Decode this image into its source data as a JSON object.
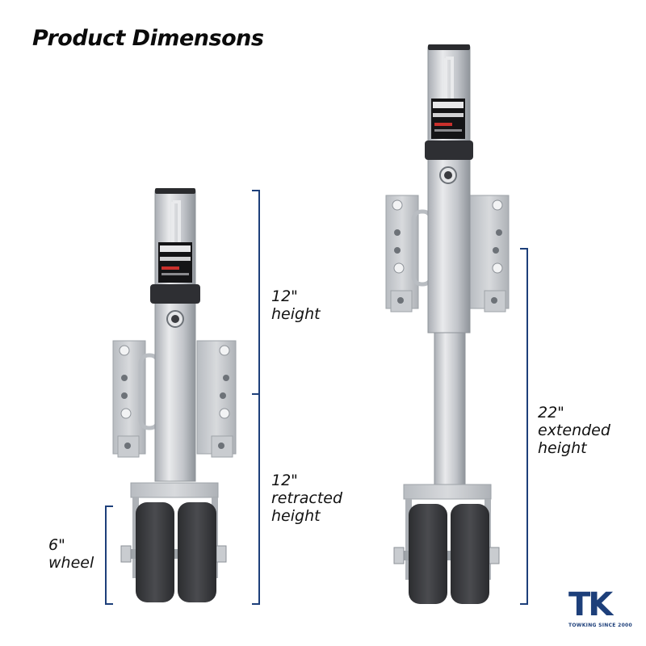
{
  "title": "Product Dimensons",
  "labels": {
    "height": {
      "value": "12\"",
      "word": "height"
    },
    "retracted": {
      "value": "12\"",
      "word1": "retracted",
      "word2": "height"
    },
    "wheel": {
      "value": "6\"",
      "word": "wheel"
    },
    "extended": {
      "value": "22\"",
      "word1": "extended",
      "word2": "height"
    }
  },
  "colors": {
    "bracket": "#1d3f7a",
    "metal": "#c4c7cc",
    "metal_dark": "#9aa0a6",
    "tire": "#3c3d40",
    "text": "#111111"
  },
  "logo": {
    "letters": "TK",
    "tagline": "TOWKING SINCE 2000"
  }
}
